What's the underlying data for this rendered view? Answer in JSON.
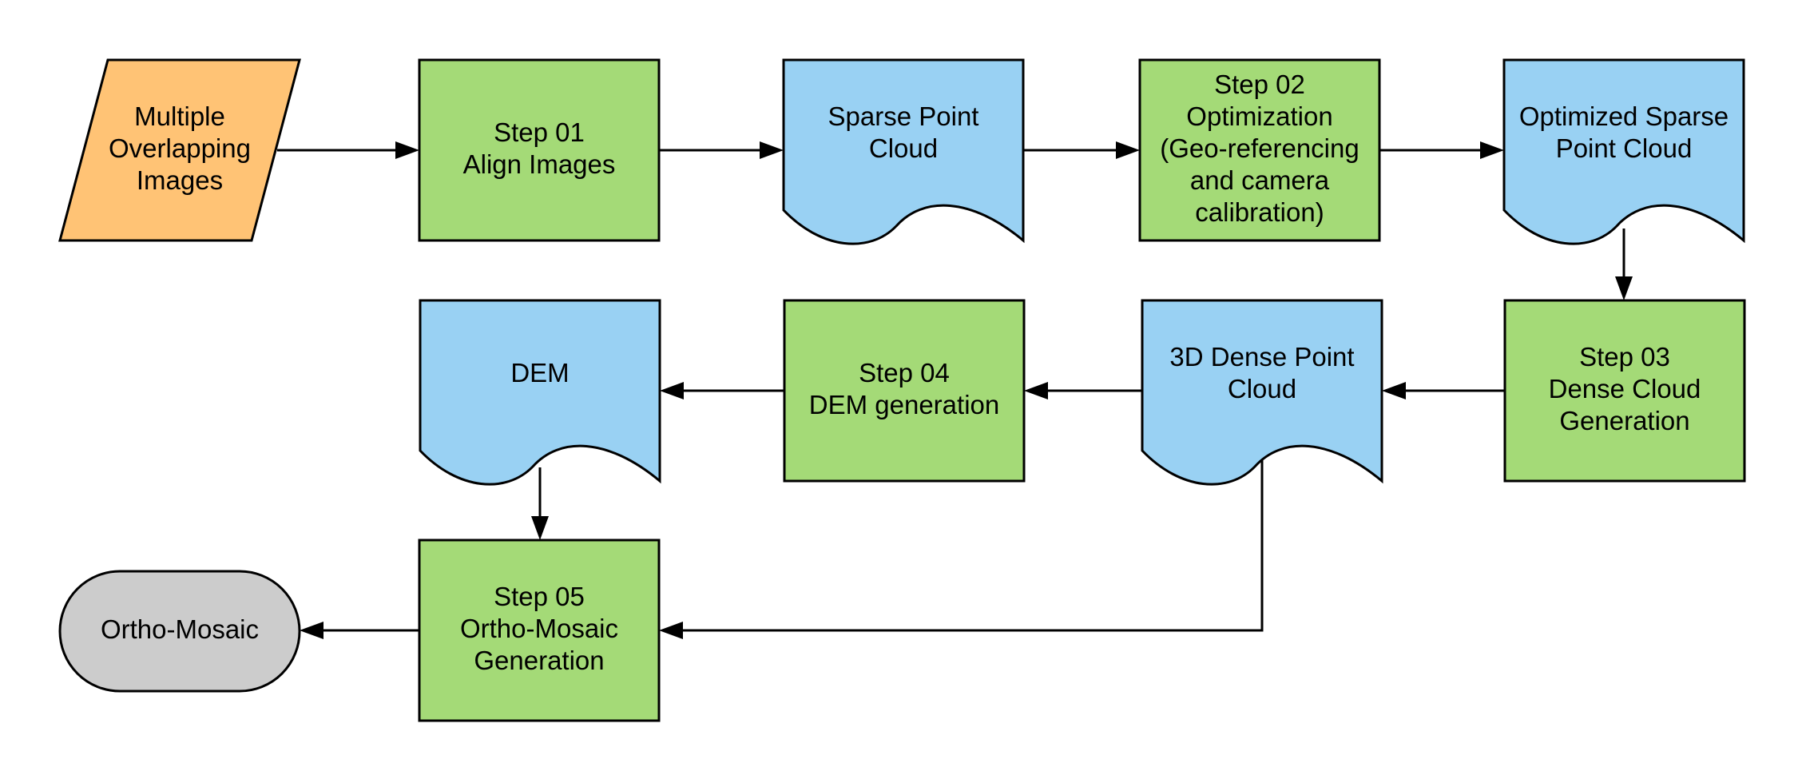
{
  "colors": {
    "input": "#FFC375",
    "process": "#A4DA77",
    "data": "#99D1F3",
    "terminator": "#CCCCCC",
    "line": "#000000"
  },
  "nodes": {
    "input_images": {
      "shape": "parallelogram",
      "kind": "input",
      "lines": [
        "Multiple",
        "Overlapping",
        "Images"
      ]
    },
    "step01": {
      "shape": "rect",
      "kind": "process",
      "lines": [
        "Step 01",
        "Align Images"
      ]
    },
    "sparse_cloud": {
      "shape": "document",
      "kind": "data",
      "lines": [
        "Sparse Point",
        "Cloud"
      ]
    },
    "step02": {
      "shape": "rect",
      "kind": "process",
      "lines": [
        "Step 02",
        "Optimization",
        "(Geo-referencing",
        "and camera",
        "calibration)"
      ]
    },
    "optimized_cloud": {
      "shape": "document",
      "kind": "data",
      "lines": [
        "Optimized Sparse",
        "Point Cloud"
      ]
    },
    "step03": {
      "shape": "rect",
      "kind": "process",
      "lines": [
        "Step 03",
        "Dense Cloud",
        "Generation"
      ]
    },
    "dense_cloud": {
      "shape": "document",
      "kind": "data",
      "lines": [
        "3D Dense Point",
        "Cloud"
      ]
    },
    "step04": {
      "shape": "rect",
      "kind": "process",
      "lines": [
        "Step 04",
        "DEM generation"
      ]
    },
    "dem": {
      "shape": "document",
      "kind": "data",
      "lines": [
        "DEM"
      ]
    },
    "step05": {
      "shape": "rect",
      "kind": "process",
      "lines": [
        "Step 05",
        "Ortho-Mosaic",
        "Generation"
      ]
    },
    "ortho_mosaic": {
      "shape": "terminator",
      "kind": "terminator",
      "lines": [
        "Ortho-Mosaic"
      ]
    }
  },
  "edges": [
    {
      "from": "input_images",
      "to": "step01"
    },
    {
      "from": "step01",
      "to": "sparse_cloud"
    },
    {
      "from": "sparse_cloud",
      "to": "step02"
    },
    {
      "from": "step02",
      "to": "optimized_cloud"
    },
    {
      "from": "optimized_cloud",
      "to": "step03"
    },
    {
      "from": "step03",
      "to": "dense_cloud"
    },
    {
      "from": "dense_cloud",
      "to": "step04"
    },
    {
      "from": "step04",
      "to": "dem"
    },
    {
      "from": "dem",
      "to": "step05"
    },
    {
      "from": "dense_cloud",
      "to": "step05"
    },
    {
      "from": "step05",
      "to": "ortho_mosaic"
    }
  ]
}
